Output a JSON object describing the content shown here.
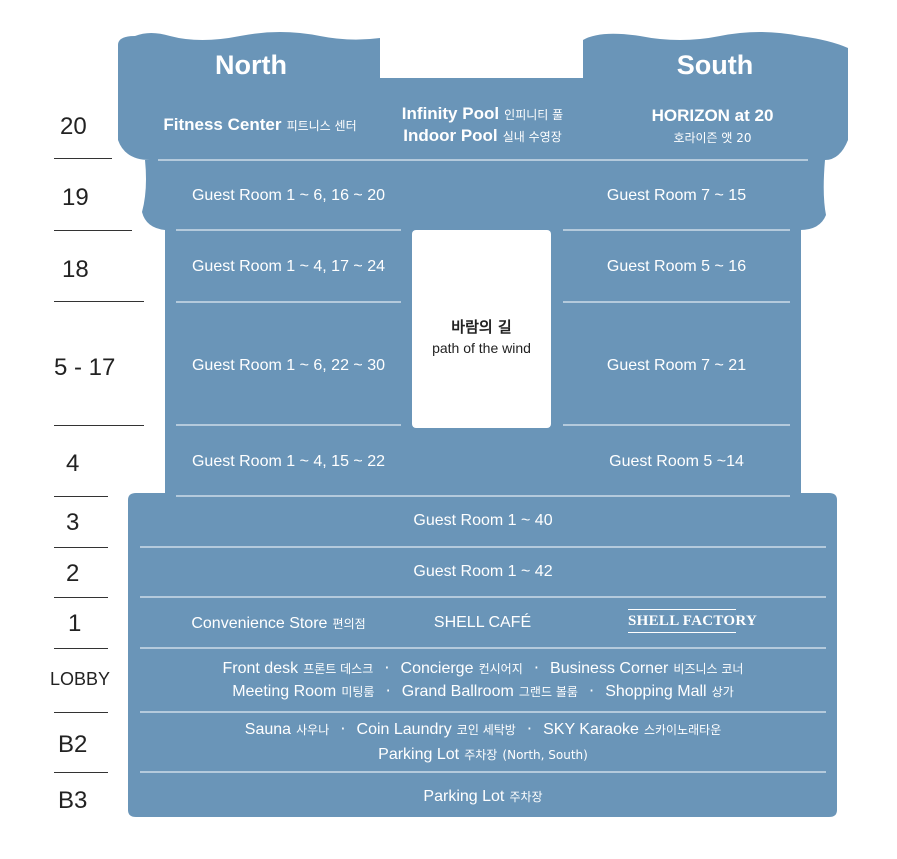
{
  "header": {
    "north": "North",
    "south": "South"
  },
  "floors": [
    {
      "label": "20"
    },
    {
      "label": "19"
    },
    {
      "label": "18"
    },
    {
      "label": "5 - 17"
    },
    {
      "label": "4"
    },
    {
      "label": "3"
    },
    {
      "label": "2"
    },
    {
      "label": "1"
    },
    {
      "label": "LOBBY"
    },
    {
      "label": "B2"
    },
    {
      "label": "B3"
    }
  ],
  "floor20": {
    "fitness": "Fitness Center",
    "fitness_ko": "피트니스 센터",
    "infinity": "Infinity Pool",
    "infinity_ko": "인피니티 풀",
    "indoor": "Indoor Pool",
    "indoor_ko": "실내 수영장",
    "horizon": "HORIZON at 20",
    "horizon_ko": "호라이즌 앳 20"
  },
  "rooms": {
    "f19_north": "Guest Room 1 ~ 6, 16 ~ 20",
    "f19_south": "Guest Room 7 ~ 15",
    "f18_north": "Guest Room 1 ~ 4, 17 ~ 24",
    "f18_south": "Guest Room 5 ~ 16",
    "f5_17_north": "Guest Room 1 ~ 6, 22 ~ 30",
    "f5_17_south": "Guest Room 7 ~ 21",
    "f4_north": "Guest Room 1 ~ 4, 15 ~ 22",
    "f4_south": "Guest Room 5 ~14",
    "f3": "Guest Room 1 ~ 40",
    "f2": "Guest Room 1 ~ 42"
  },
  "wind": {
    "ko": "바람의 길",
    "en": "path of the wind"
  },
  "floor1": {
    "store": "Convenience Store",
    "store_ko": "편의점",
    "cafe": "SHELL CAFÉ",
    "factory": "SHELL FACTORY"
  },
  "lobby": {
    "front": "Front desk",
    "front_ko": "프론트 데스크",
    "concierge": "Concierge",
    "concierge_ko": "컨시어지",
    "business": "Business Corner",
    "business_ko": "비즈니스 코너",
    "meeting": "Meeting Room",
    "meeting_ko": "미팅룸",
    "ballroom": "Grand Ballroom",
    "ballroom_ko": "그랜드 볼룸",
    "mall": "Shopping Mall",
    "mall_ko": "상가",
    "dot": "·"
  },
  "b2": {
    "sauna": "Sauna",
    "sauna_ko": "사우나",
    "laundry": "Coin Laundry",
    "laundry_ko": "코인 세탁방",
    "karaoke": "SKY Karaoke",
    "karaoke_ko": "스카이노래타운",
    "parking": "Parking Lot",
    "parking_ko": "주차장",
    "parking_note": "(North, South)"
  },
  "b3": {
    "parking": "Parking Lot",
    "parking_ko": "주차장"
  },
  "colors": {
    "building": "#6a95b8",
    "divider": "#ffffff",
    "text": "#ffffff",
    "label": "#222222"
  }
}
